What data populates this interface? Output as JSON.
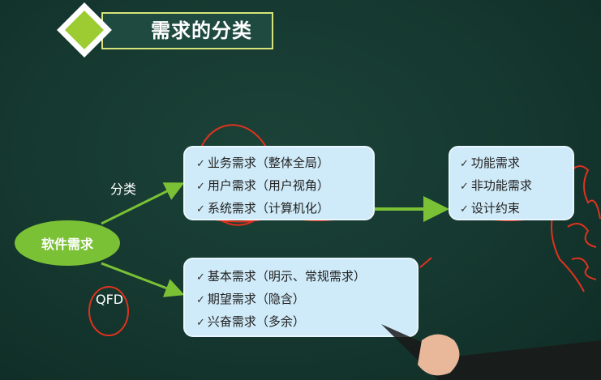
{
  "title": "需求的分类",
  "root": "软件需求",
  "edge_labels": {
    "classify": "分类",
    "qfd": "QFD"
  },
  "box_classification": {
    "items": [
      "业务需求（整体全局）",
      "用户需求（用户视角）",
      "系统需求（计算机化）"
    ]
  },
  "box_system": {
    "items": [
      "功能需求",
      "非功能需求",
      "设计约束"
    ]
  },
  "box_qfd": {
    "items": [
      "基本需求（明示、常规需求）",
      "期望需求（隐含）",
      "兴奋需求（多余）"
    ]
  },
  "colors": {
    "background": "#163a31",
    "box_fill": "#cfeaf8",
    "root_fill": "#7ac136",
    "arrow": "#7ac136",
    "annotation": "#e0321e",
    "title_border": "#d7e47a"
  }
}
